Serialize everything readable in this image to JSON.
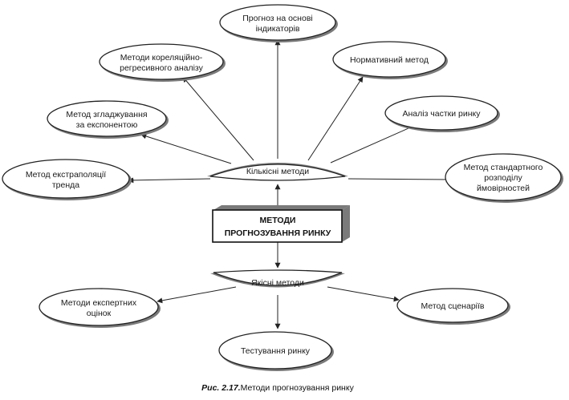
{
  "center": {
    "line1": "МЕТОДИ",
    "line2": "ПРОГНОЗУВАННЯ РИНКУ"
  },
  "groups": {
    "quantitative": "Кількісні методи",
    "qualitative": "Якісні методи"
  },
  "quantitative_methods": {
    "indicator_forecast": [
      "Прогноз на основі",
      "індикаторів"
    ],
    "correlation_regression": [
      "Методи кореляційно-",
      "регресивного аналізу"
    ],
    "normative": [
      "Нормативний метод"
    ],
    "exponential_smoothing": [
      "Метод згладжування",
      "за експонентою"
    ],
    "market_share": [
      "Аналіз частки ринку"
    ],
    "trend_extrapolation": [
      "Метод екстраполяції",
      "тренда"
    ],
    "standard_distribution": [
      "Метод стандартного",
      "розподілу",
      "ймовірностей"
    ]
  },
  "qualitative_methods": {
    "expert_estimates": [
      "Методи експертних",
      "оцінок"
    ],
    "scenarios": [
      "Метод сценаріїв"
    ],
    "market_testing": [
      "Тестування ринку"
    ]
  },
  "caption": {
    "prefix": "Рис. 2.17.",
    "text": "Методи прогнозування ринку"
  }
}
